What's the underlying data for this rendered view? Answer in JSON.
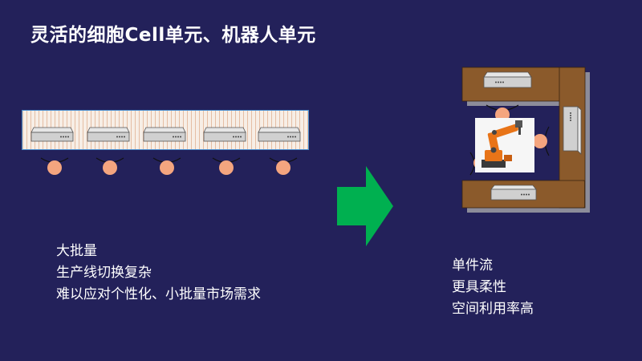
{
  "title": "灵活的细胞Cell单元、机器人单元",
  "left_points": [
    "大批量",
    "生产线切换复杂",
    "难以应对个性化、小批量市场需求"
  ],
  "right_points": [
    "单件流",
    "更具柔性",
    "空间利用率高"
  ],
  "colors": {
    "background": "#23215a",
    "arrow": "#00b050",
    "frame": "#8b5a2b",
    "worker": "#f4a57f",
    "robot": "#e87418"
  }
}
